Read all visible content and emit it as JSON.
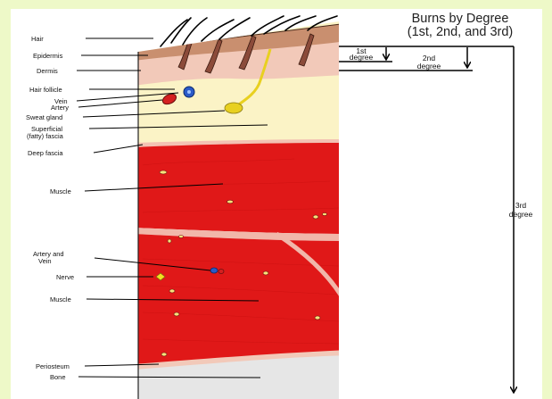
{
  "title": {
    "line1": "Burns by Degree",
    "line2": "(1st, 2nd, and 3rd)"
  },
  "layer_labels": [
    "Hair",
    "Epidermis",
    "Dermis",
    "Hair follicle",
    "Vein",
    "Artery",
    "Sweat gland",
    "Superficial",
    "(fatty) fascia",
    "Deep fascia",
    "Muscle",
    "Artery and",
    "Vein",
    "Nerve",
    "Muscle",
    "Periosteum",
    "Bone"
  ],
  "degree_labels": {
    "first": [
      "1st",
      "degree"
    ],
    "second": [
      "2nd",
      "degree"
    ],
    "third": [
      "3rd",
      "degree"
    ]
  },
  "colors": {
    "background": "#eef9c8",
    "epidermis": "#c98f6f",
    "dermis": "#f2c9b9",
    "fat": "#fbf3c6",
    "muscle": "#e01818",
    "bone": "#e6e6e6",
    "vein": "#2a5ac8",
    "artery": "#d42020",
    "gland": "#e8d020"
  }
}
